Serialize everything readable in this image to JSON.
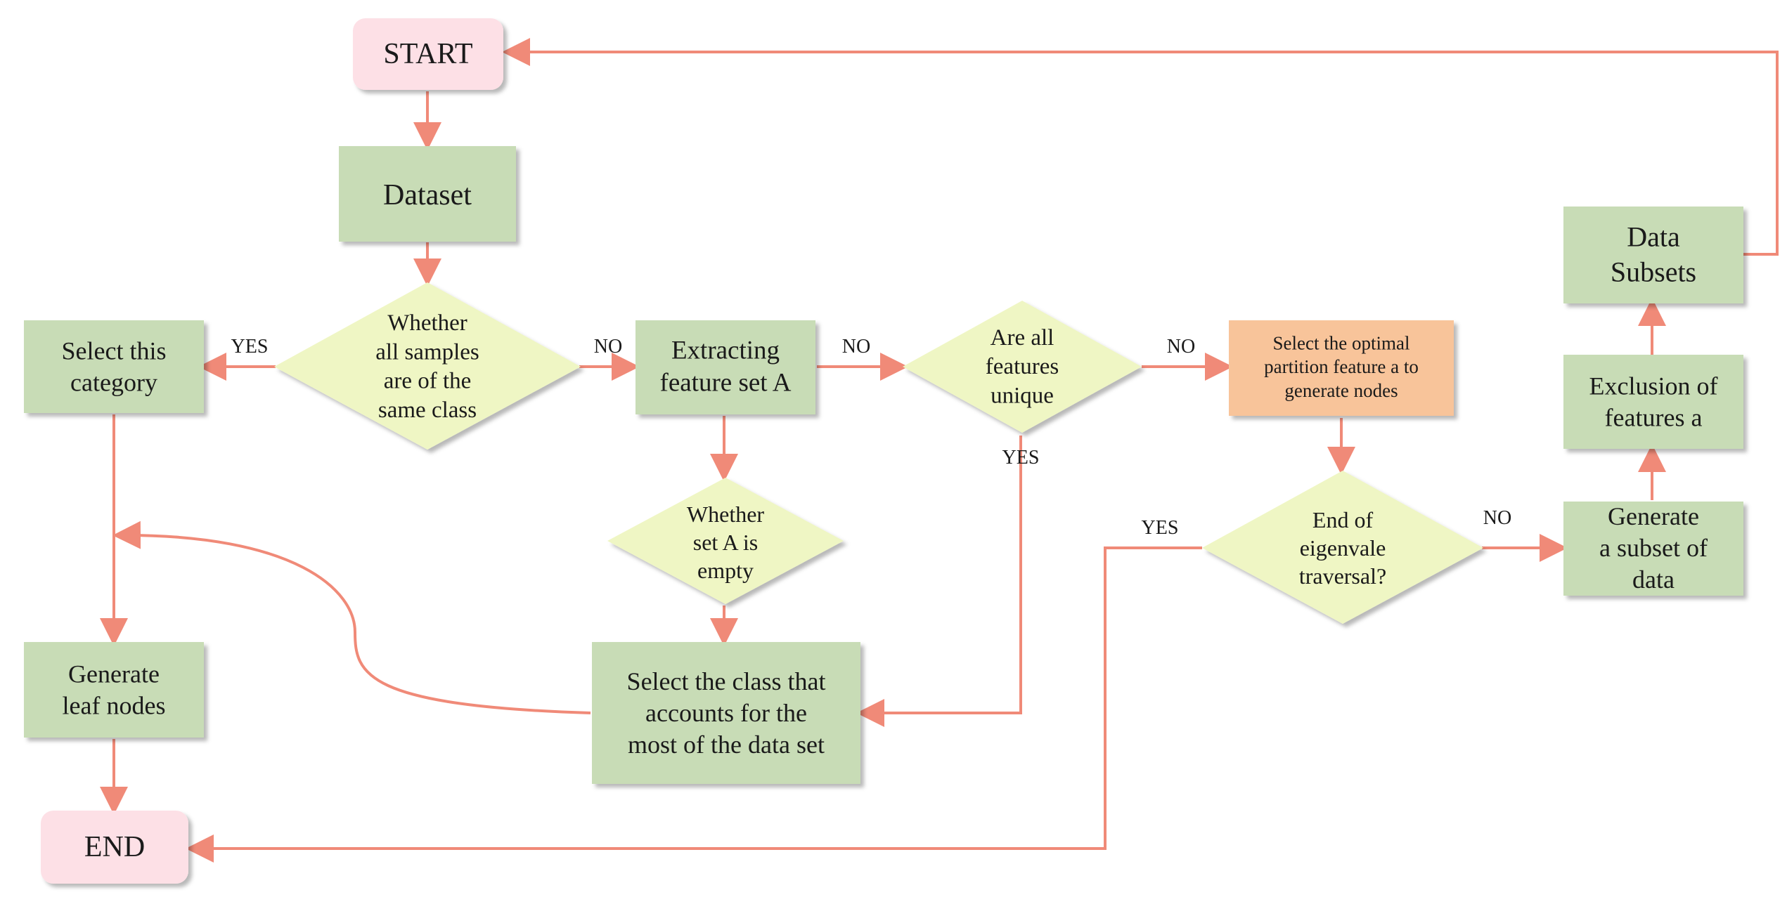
{
  "colors": {
    "edge": "#f08a78",
    "terminal_fill": "#fde0e6",
    "process_fill": "#c8dcb6",
    "decision_fill": "#eff6c4",
    "highlight_fill": "#f8c49a"
  },
  "nodes": {
    "start": {
      "lines": [
        "START"
      ]
    },
    "dataset": {
      "lines": [
        "Dataset"
      ]
    },
    "same_class": {
      "lines": [
        "Whether",
        "all samples",
        "are of the",
        "same class"
      ]
    },
    "select_category": {
      "lines": [
        "Select this",
        "category"
      ]
    },
    "extract_features": {
      "lines": [
        "Extracting",
        "feature set A"
      ]
    },
    "features_unique": {
      "lines": [
        "Are all",
        "features",
        "unique"
      ]
    },
    "optimal_partition": {
      "lines": [
        "Select the optimal",
        "partition feature a to",
        "generate nodes"
      ]
    },
    "set_empty": {
      "lines": [
        "Whether",
        "set A is",
        "empty"
      ]
    },
    "majority_class": {
      "lines": [
        "Select the class that",
        "accounts for the",
        "most of the data set"
      ]
    },
    "leaf_nodes": {
      "lines": [
        "Generate",
        "leaf nodes"
      ]
    },
    "end": {
      "lines": [
        "END"
      ]
    },
    "traversal_end": {
      "lines": [
        "End of",
        "eigenvale",
        "traversal?"
      ]
    },
    "generate_subset": {
      "lines": [
        "Generate",
        "a subset of",
        "data"
      ]
    },
    "exclude_feature": {
      "lines": [
        "Exclusion of",
        "features a"
      ]
    },
    "data_subsets": {
      "lines": [
        "Data",
        "Subsets"
      ]
    }
  },
  "edge_labels": {
    "same_class_yes": "YES",
    "same_class_no": "NO",
    "extract_no": "NO",
    "unique_no": "NO",
    "unique_yes": "YES",
    "traversal_yes": "YES",
    "traversal_no": "NO"
  }
}
